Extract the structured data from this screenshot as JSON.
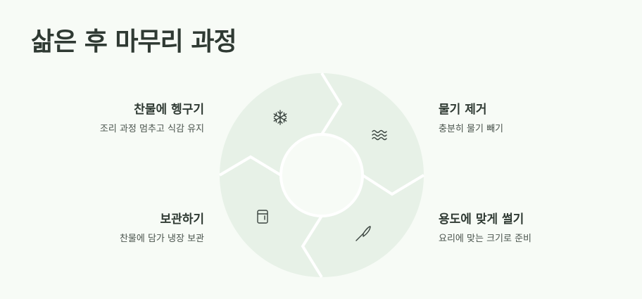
{
  "title": "삶은 후 마무리 과정",
  "steps": [
    {
      "title": "찬물에 헹구기",
      "desc": "조리 과정 멈추고 식감 유지",
      "icon": "snowflake-icon"
    },
    {
      "title": "물기 제거",
      "desc": "충분히 물기 빼기",
      "icon": "water-waves-icon"
    },
    {
      "title": "용도에 맞게 썰기",
      "desc": "요리에 맞는 크기로 준비",
      "icon": "knife-icon"
    },
    {
      "title": "보관하기",
      "desc": "찬물에 담가 냉장 보관",
      "icon": "container-icon"
    }
  ],
  "colors": {
    "segment": "#e7f1e7",
    "background": "#f7fbf6",
    "text": "#2f3a33"
  }
}
